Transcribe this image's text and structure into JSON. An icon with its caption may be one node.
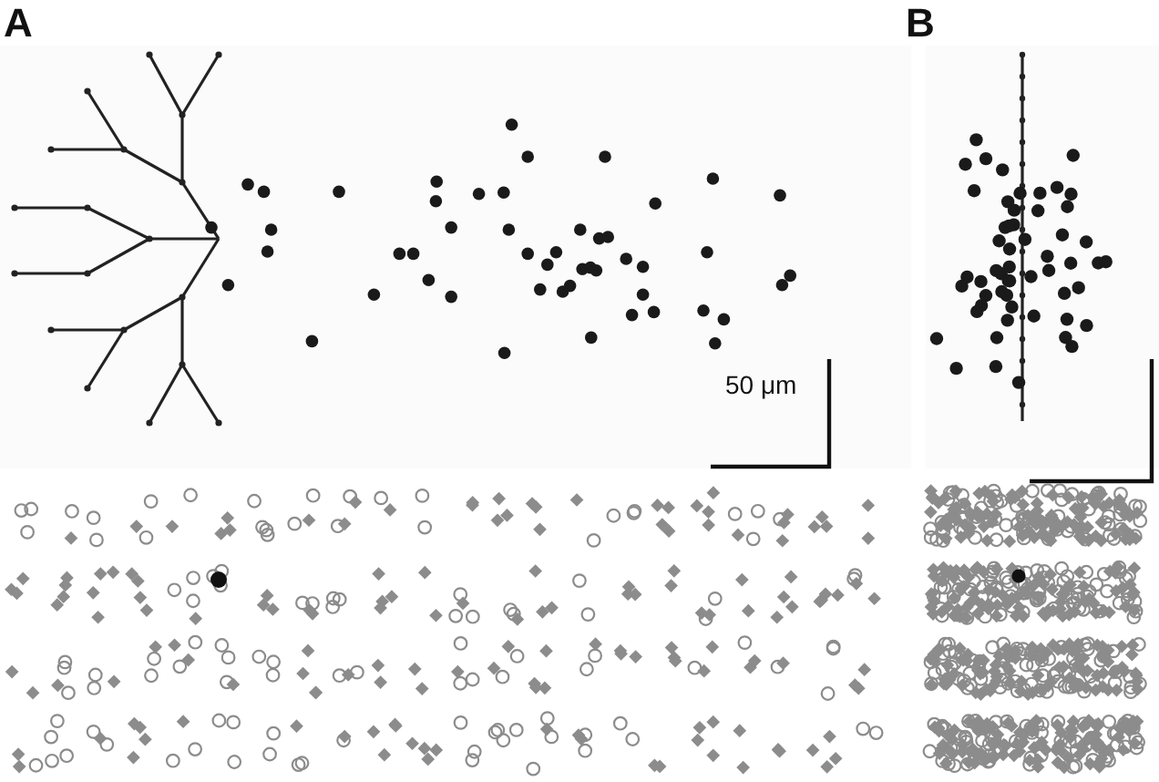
{
  "diagram": {
    "labels": [
      "A",
      "B",
      "50 μm"
    ]
  }
}
